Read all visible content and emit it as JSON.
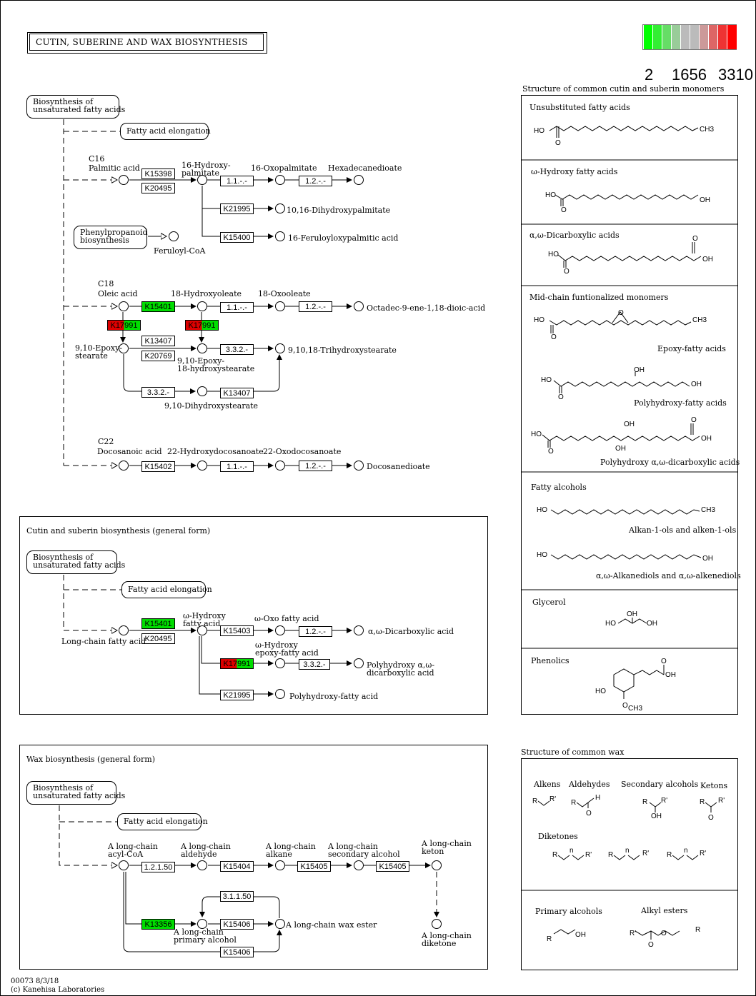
{
  "map_title": "CUTIN, SUBERINE AND WAX BIOSYNTHESIS",
  "legend": {
    "min": "2",
    "mid": "1656",
    "max": "3310",
    "colors": [
      "#00ff00",
      "#33ee33",
      "#66dd66",
      "#99cc99",
      "#bbbbbb",
      "#bbbbbb",
      "#cc9999",
      "#dd6666",
      "#ee3333",
      "#ff0000"
    ]
  },
  "footer": {
    "code": "00073 8/3/18",
    "copyright": "(c) Kanehisa Laboratories"
  },
  "maps": {
    "biosyn": "Biosynthesis of\nunsaturated fatty acids",
    "elong": "Fatty acid elongation",
    "phenyl": "Phenylpropanoid\nbiosynthesis"
  },
  "top": {
    "c16": "C16",
    "palmitic": "Palmitic acid",
    "hydroxypalm": "16-Hydroxy-\npalmitate",
    "oxopalm": "16-Oxopalmitate",
    "hexadec": "Hexadecanedioate",
    "dihydroxypalm": "10,16-Dihydroxypalmitate",
    "feruloylpalm": "16-Feruloyloxypalmitic acid",
    "feruloylcoa": "Feruloyl-CoA",
    "c18": "C18",
    "oleic": "Oleic acid",
    "hydroxyoleate": "18-Hydroxyoleate",
    "oxooleate": "18-Oxooleate",
    "octadec": "Octadec-9-ene-1,18-dioic-acid",
    "epoxystearate": "9,10-Epoxy-\nstearate",
    "epoxyhydroxy": "9,10-Epoxy-\n18-hydroxystearate",
    "trihydroxy": "9,10,18-Trihydroxystearate",
    "dihydroxystearate": "9,10-Dihydroxystearate",
    "c22": "C22",
    "docosanoic": "Docosanoic acid",
    "hydroxydocos": "22-Hydroxydocosanoate",
    "oxodocos": "22-Oxodocosanoate",
    "docosanedioate": "Docosanedioate"
  },
  "cutin": {
    "title": "Cutin and suberin biosynthesis (general form)",
    "lcfa": "Long-chain fatty acid",
    "whydroxy": "ω-Hydroxy\nfatty acid",
    "woxo": "ω-Oxo fatty acid",
    "dicarb": "α,ω-Dicarboxylic acid",
    "whepoxy": "ω-Hydroxy\nepoxy-fatty acid",
    "polydicarb": "Polyhydroxy α,ω-\ndicarboxylic acid",
    "polyfa": "Polyhydroxy-fatty acid"
  },
  "wax": {
    "title": "Wax biosynthesis (general form)",
    "acylcoa": "A long-chain\nacyl-CoA",
    "aldehyde": "A long-chain\naldehyde",
    "alkane": "A long-chain\nalkane",
    "secalc": "A long-chain\nsecondary alcohol",
    "keton": "A long-chain\nketon",
    "waxester": "A long-chain wax ester",
    "primalc": "A long-chain\nprimary alcohol",
    "diketone": "A long-chain\ndiketone"
  },
  "enzymes": {
    "K15398": "K15398",
    "K20495": "K20495",
    "K21995": "K21995",
    "K15400": "K15400",
    "K15401": "K15401",
    "K17991": "K17991",
    "K13407": "K13407",
    "K20769": "K20769",
    "K15402": "K15402",
    "K15403": "K15403",
    "K15404": "K15404",
    "K15405": "K15405",
    "K15406": "K15406",
    "K13356": "K13356",
    "ec_111": "1.1.-.-",
    "ec_12": "1.2.-.-",
    "ec_332": "3.3.2.-",
    "ec_12150": "1.2.1.50",
    "ec_31150": "3.1.1.50"
  },
  "cutin_structs": {
    "heading": "Structure of common cutin and suberin monomers",
    "unsub": "Unsubstituted fatty acids",
    "whfa": "ω-Hydroxy fatty acids",
    "awdicarb": "α,ω-Dicarboxylic acids",
    "midchain": "Mid-chain funtionalized monomers",
    "epoxyfa": "Epoxy-fatty acids",
    "polyhydroxyfa": "Polyhydroxy-fatty acids",
    "polyhydroxydicarb": "Polyhydroxy α,ω-dicarboxylic acids",
    "fattyalc": "Fatty alcohols",
    "alkanols": "Alkan-1-ols and alken-1-ols",
    "alkanediols": "α,ω-Alkanediols and α,ω-alkenediols",
    "glycerol": "Glycerol",
    "phenolics": "Phenolics"
  },
  "wax_structs": {
    "heading": "Structure of common wax",
    "alkens": "Alkens",
    "aldehydes": "Aldehydes",
    "secalcs": "Secondary alcohols",
    "ketons": "Ketons",
    "diketones": "Diketones",
    "primalcs": "Primary alcohols",
    "alkylesters": "Alkyl esters"
  },
  "chem": {
    "ho": "HO",
    "oh": "OH",
    "o": "O",
    "ch3": "CH3",
    "r": "R",
    "rp": "R'",
    "h": "H",
    "n": "n"
  }
}
